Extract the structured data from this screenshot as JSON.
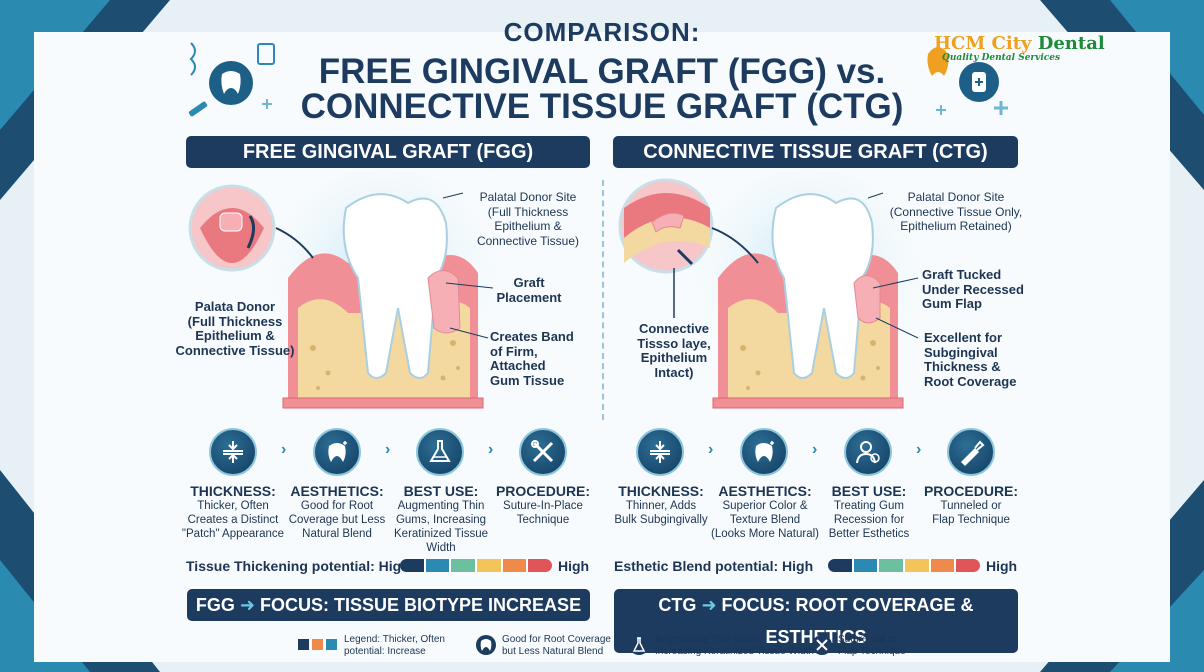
{
  "header": {
    "line1": "COMPARISON:",
    "line2": "FREE GINGIVAL GRAFT (FGG) vs.",
    "line3": "CONNECTIVE TISSUE GRAFT (CTG)"
  },
  "logo": {
    "name_part1": "HCM City",
    "name_part2": "Dental",
    "tagline": "Quality Dental Services"
  },
  "fgg": {
    "banner": "FREE GINGIVAL GRAFT (FGG)",
    "donor_site": "Palatal Donor Site\n(Full Thickness\nEpithelium &\nConnective Tissue)",
    "palata_donor": "Palata Donor\n(Full Thickness\nEpithelium &\nConnective Tissue)",
    "graft_placement": "Graft\nPlacement",
    "band": "Creates Band\nof Firm,\nAttached\nGum Tissue",
    "attributes": [
      {
        "title": "THICKNESS:",
        "desc": "Thicker, Often\nCreates a Distinct\n\"Patch\" Appearance",
        "icon": "compress-icon"
      },
      {
        "title": "AESTHETICS:",
        "desc": "Good for Root\nCoverage but Less\nNatural Blend",
        "icon": "tooth-sparkle-icon"
      },
      {
        "title": "BEST USE:",
        "desc": "Augmenting Thin\nGums, Increasing\nKeratinized Tissue\nWidth",
        "icon": "flask-icon"
      },
      {
        "title": "PROCEDURE:",
        "desc": "Suture-In-Place\nTechnique",
        "icon": "tools-icon"
      }
    ],
    "potential_label": "Tissue Thickening potential: High",
    "potential_end": "High",
    "focus_prefix": "FGG",
    "focus_text": "FOCUS: TISSUE BIOTYPE INCREASE"
  },
  "ctg": {
    "banner": "CONNECTIVE TISSUE GRAFT (CTG)",
    "donor_site": "Palatal Donor Site\n(Connective Tissue Only,\nEpithelium Retained)",
    "connective": "Connective\nTissso laye,\nEpithelium\nIntact)",
    "graft_tucked": "Graft Tucked\nUnder Recessed\nGum Flap",
    "excellent": "Excellent for\nSubgingival\nThickness &\nRoot Coverage",
    "attributes": [
      {
        "title": "THICKNESS:",
        "desc": "Thinner, Adds\nBulk Subgingivally",
        "icon": "compress-icon"
      },
      {
        "title": "AESTHETICS:",
        "desc": "Superior Color &\nTexture Blend\n(Looks More Natural)",
        "icon": "tooth-sparkle-icon"
      },
      {
        "title": "BEST USE:",
        "desc": "Treating Gum\nRecession for\nBetter Esthetics",
        "icon": "dentist-icon"
      },
      {
        "title": "PROCEDURE:",
        "desc": "Tunneled or\nFlap Technique",
        "icon": "scalpel-icon"
      }
    ],
    "potential_label": "Esthetic Blend potential: High",
    "potential_end": "High",
    "focus_prefix": "CTG",
    "focus_text": "FOCUS: ROOT COVERAGE & ESTHETICS"
  },
  "legend": {
    "items": [
      {
        "text": "Legend: Thicker, Often\npotential:  Increase"
      },
      {
        "text": "Good for Root Coverage\nbut Less Natural Blend"
      },
      {
        "text": "Augmenting Thin Gums,\nIncreasing Keratinized Tissue Width"
      },
      {
        "text": "Suture-Ind or\nFlap Technique"
      }
    ]
  },
  "colors": {
    "navy": "#1d3a5f",
    "bar": [
      "#1d3a5f",
      "#2b8ab3",
      "#6cc0a0",
      "#f2c45a",
      "#f08a4b",
      "#e0555a"
    ],
    "gum": "#f08f96",
    "bone": "#f3d9a0"
  }
}
